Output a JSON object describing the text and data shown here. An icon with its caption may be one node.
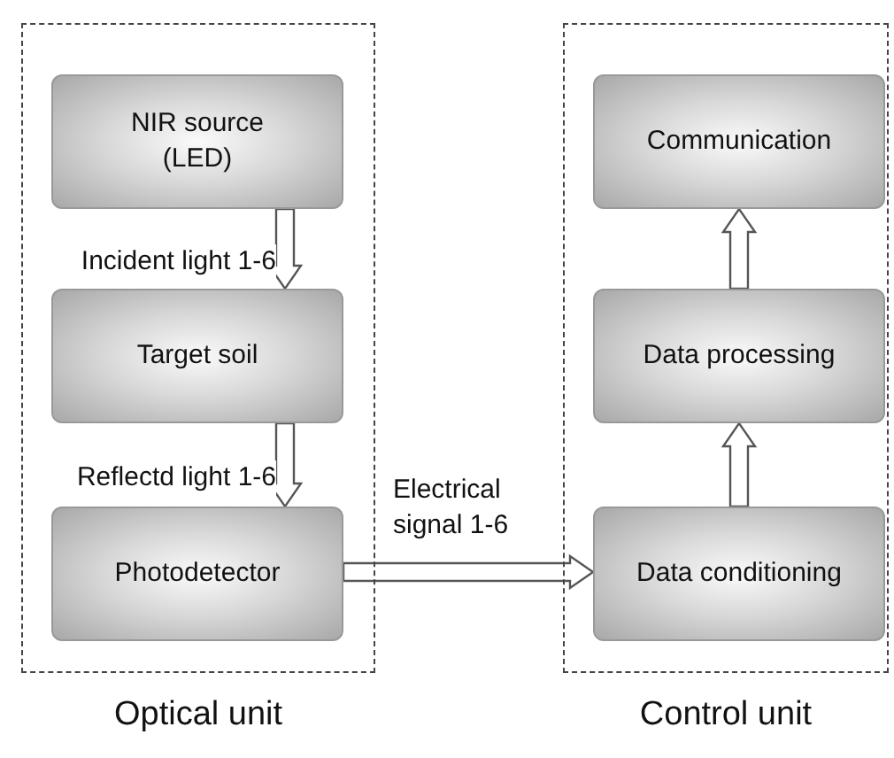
{
  "diagram": {
    "nodes": [
      {
        "text": [
          "Optical unit"
        ]
      },
      {
        "text": [
          "NIR source (LED)"
        ],
        "in": 0
      },
      {
        "text": [
          "Target soil"
        ],
        "in": 0
      },
      {
        "text": [
          "Photodetector"
        ],
        "in": 0
      },
      {
        "text": [
          "Control unit"
        ]
      },
      {
        "text": [
          "Communication"
        ],
        "in": 4
      },
      {
        "text": [
          "Data processing"
        ],
        "in": 4
      },
      {
        "text": [
          "Data conditioning"
        ],
        "in": 4
      }
    ],
    "edges": [
      {
        "from": 1,
        "to": 2,
        "arrow": "to",
        "label": "Incident light 1-6"
      },
      {
        "from": 2,
        "to": 3,
        "arrow": "to",
        "label": "Reflectd light 1-6"
      },
      {
        "from": 3,
        "to": 7,
        "arrow": "to",
        "label": "Electrical signal 1-6"
      },
      {
        "from": 7,
        "to": 6,
        "arrow": "to"
      },
      {
        "from": 6,
        "to": 5,
        "arrow": "to"
      }
    ]
  }
}
